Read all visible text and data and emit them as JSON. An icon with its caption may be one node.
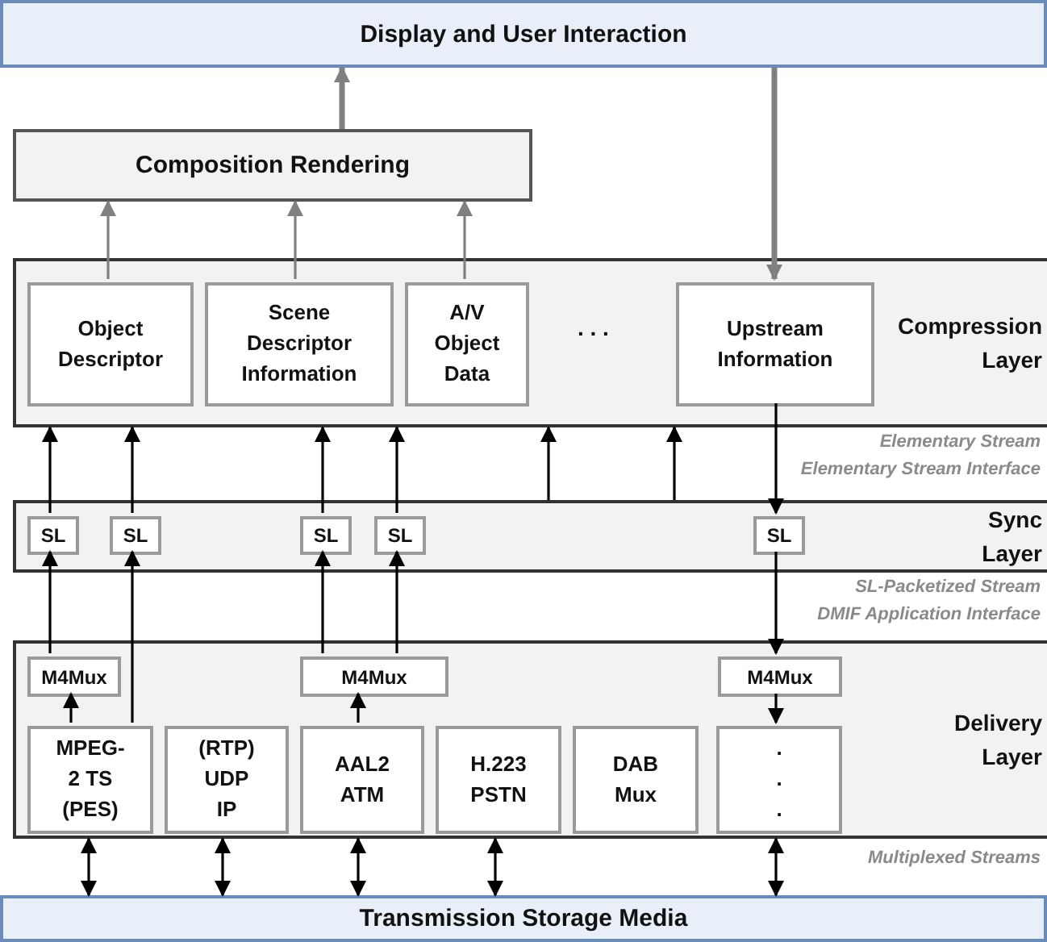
{
  "diagram": {
    "nodes": [
      {
        "text": [
          "Display and User Interaction"
        ]
      },
      {
        "text": [
          "Composition Rendering"
        ]
      },
      {
        "text": [
          "Compression Layer"
        ]
      },
      {
        "text": [
          "Object Descriptor"
        ],
        "in": 2
      },
      {
        "text": [
          "Scene Descriptor Information"
        ],
        "in": 2
      },
      {
        "text": [
          "A/V Object Data"
        ],
        "in": 2
      },
      {
        "text": [
          "Upstream Information"
        ],
        "in": 2
      },
      {
        "text": [
          "Sync Layer"
        ]
      },
      {
        "text": [
          "SL"
        ],
        "in": 7
      },
      {
        "text": [
          "SL"
        ],
        "in": 7
      },
      {
        "text": [
          "SL"
        ],
        "in": 7
      },
      {
        "text": [
          "SL"
        ],
        "in": 7
      },
      {
        "text": [
          "SL"
        ],
        "in": 7
      },
      {
        "text": [
          "Delivery Layer"
        ]
      },
      {
        "text": [
          "M4Mux"
        ],
        "in": 13
      },
      {
        "text": [
          "M4Mux"
        ],
        "in": 13
      },
      {
        "text": [
          "M4Mux"
        ],
        "in": 13
      },
      {
        "text": [
          "MPEG-2 TS (PES)"
        ],
        "in": 13
      },
      {
        "text": [
          "(RTP) UDP IP"
        ],
        "in": 13
      },
      {
        "text": [
          "AAL2 ATM"
        ],
        "in": 13
      },
      {
        "text": [
          "H.223 PSTN"
        ],
        "in": 13
      },
      {
        "text": [
          "DAB Mux"
        ],
        "in": 13
      },
      {
        "text": [
          ". . ."
        ],
        "in": 13
      },
      {
        "text": [
          "Transmission Storage Media"
        ]
      }
    ],
    "edges": [
      {
        "from": 1,
        "to": 0,
        "arrow": "to",
        "style": "thick",
        "color": "#808080"
      },
      {
        "from": 0,
        "to": 6,
        "arrow": "to",
        "style": "thick",
        "color": "#808080"
      },
      {
        "from": 3,
        "to": 1,
        "arrow": "to",
        "color": "#808080"
      },
      {
        "from": 4,
        "to": 1,
        "arrow": "to",
        "color": "#808080"
      },
      {
        "from": 5,
        "to": 1,
        "arrow": "to",
        "color": "#808080"
      },
      {
        "from": 8,
        "to": 2,
        "arrow": "to"
      },
      {
        "from": 9,
        "to": 2,
        "arrow": "to"
      },
      {
        "from": 10,
        "to": 2,
        "arrow": "to"
      },
      {
        "from": 11,
        "to": 2,
        "arrow": "to"
      },
      {
        "from": 7,
        "to": 2,
        "arrow": "to"
      },
      {
        "from": 7,
        "to": 2,
        "arrow": "to"
      },
      {
        "from": 6,
        "to": 12,
        "arrow": "to"
      },
      {
        "from": 14,
        "to": 8,
        "arrow": "to"
      },
      {
        "from": 17,
        "to": 9,
        "arrow": "to"
      },
      {
        "from": 15,
        "to": 10,
        "arrow": "to"
      },
      {
        "from": 15,
        "to": 11,
        "arrow": "to"
      },
      {
        "from": 12,
        "to": 16,
        "arrow": "to"
      },
      {
        "from": 17,
        "to": 14,
        "arrow": "to"
      },
      {
        "from": 19,
        "to": 15,
        "arrow": "to"
      },
      {
        "from": 16,
        "to": 22,
        "arrow": "to"
      },
      {
        "from": 13,
        "to": 23,
        "arrow": "both"
      },
      {
        "from": 13,
        "to": 23,
        "arrow": "both"
      },
      {
        "from": 13,
        "to": 23,
        "arrow": "both"
      },
      {
        "from": 13,
        "to": 23,
        "arrow": "both"
      },
      {
        "from": 13,
        "to": 23,
        "arrow": "both"
      }
    ],
    "labels": [
      "Elementary Stream",
      "Elementary Stream Interface",
      "SL-Packetized Stream",
      "DMIF Application Interface",
      "Multiplexed Streams",
      ". . ."
    ]
  }
}
